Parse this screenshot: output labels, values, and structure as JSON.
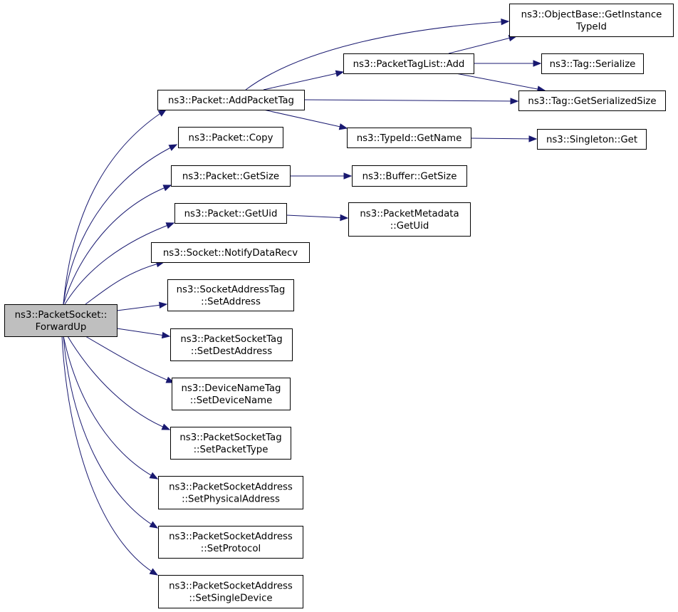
{
  "diagram": {
    "root": {
      "id": "forwardup",
      "lines": [
        "ns3::PacketSocket::",
        "ForwardUp"
      ]
    },
    "nodes": [
      {
        "id": "addpackettag",
        "lines": [
          "ns3::Packet::AddPacketTag"
        ]
      },
      {
        "id": "copy",
        "lines": [
          "ns3::Packet::Copy"
        ]
      },
      {
        "id": "getsize",
        "lines": [
          "ns3::Packet::GetSize"
        ]
      },
      {
        "id": "getuid",
        "lines": [
          "ns3::Packet::GetUid"
        ]
      },
      {
        "id": "notifydatarecv",
        "lines": [
          "ns3::Socket::NotifyDataRecv"
        ]
      },
      {
        "id": "setaddress",
        "lines": [
          "ns3::SocketAddressTag",
          "::SetAddress"
        ]
      },
      {
        "id": "setdestaddress",
        "lines": [
          "ns3::PacketSocketTag",
          "::SetDestAddress"
        ]
      },
      {
        "id": "setdevicename",
        "lines": [
          "ns3::DeviceNameTag",
          "::SetDeviceName"
        ]
      },
      {
        "id": "setpackettype",
        "lines": [
          "ns3::PacketSocketTag",
          "::SetPacketType"
        ]
      },
      {
        "id": "setphysicaladdress",
        "lines": [
          "ns3::PacketSocketAddress",
          "::SetPhysicalAddress"
        ]
      },
      {
        "id": "setprotocol",
        "lines": [
          "ns3::PacketSocketAddress",
          "::SetProtocol"
        ]
      },
      {
        "id": "setsingledevice",
        "lines": [
          "ns3::PacketSocketAddress",
          "::SetSingleDevice"
        ]
      },
      {
        "id": "getinstancetypeid",
        "lines": [
          "ns3::ObjectBase::GetInstance",
          "TypeId"
        ]
      },
      {
        "id": "packettaglistadd",
        "lines": [
          "ns3::PacketTagList::Add"
        ]
      },
      {
        "id": "tagserialize",
        "lines": [
          "ns3::Tag::Serialize"
        ]
      },
      {
        "id": "getserializedsize",
        "lines": [
          "ns3::Tag::GetSerializedSize"
        ]
      },
      {
        "id": "typeidgetname",
        "lines": [
          "ns3::TypeId::GetName"
        ]
      },
      {
        "id": "singletonget",
        "lines": [
          "ns3::Singleton::Get"
        ]
      },
      {
        "id": "buffergetsize",
        "lines": [
          "ns3::Buffer::GetSize"
        ]
      },
      {
        "id": "metadatagetuid",
        "lines": [
          "ns3::PacketMetadata",
          "::GetUid"
        ]
      }
    ],
    "edges": [
      {
        "from": "forwardup",
        "to": "addpackettag"
      },
      {
        "from": "forwardup",
        "to": "copy"
      },
      {
        "from": "forwardup",
        "to": "getsize"
      },
      {
        "from": "forwardup",
        "to": "getuid"
      },
      {
        "from": "forwardup",
        "to": "notifydatarecv"
      },
      {
        "from": "forwardup",
        "to": "setaddress"
      },
      {
        "from": "forwardup",
        "to": "setdestaddress"
      },
      {
        "from": "forwardup",
        "to": "setdevicename"
      },
      {
        "from": "forwardup",
        "to": "setpackettype"
      },
      {
        "from": "forwardup",
        "to": "setphysicaladdress"
      },
      {
        "from": "forwardup",
        "to": "setprotocol"
      },
      {
        "from": "forwardup",
        "to": "setsingledevice"
      },
      {
        "from": "addpackettag",
        "to": "getinstancetypeid"
      },
      {
        "from": "addpackettag",
        "to": "packettaglistadd"
      },
      {
        "from": "addpackettag",
        "to": "getserializedsize"
      },
      {
        "from": "addpackettag",
        "to": "typeidgetname"
      },
      {
        "from": "packettaglistadd",
        "to": "getinstancetypeid"
      },
      {
        "from": "packettaglistadd",
        "to": "tagserialize"
      },
      {
        "from": "packettaglistadd",
        "to": "getserializedsize"
      },
      {
        "from": "typeidgetname",
        "to": "singletonget"
      },
      {
        "from": "getsize",
        "to": "buffergetsize"
      },
      {
        "from": "getuid",
        "to": "metadatagetuid"
      }
    ],
    "colors": {
      "edge": "#191970",
      "root_fill": "#bfbfbf",
      "node_fill": "#ffffff",
      "border": "#000000"
    }
  }
}
